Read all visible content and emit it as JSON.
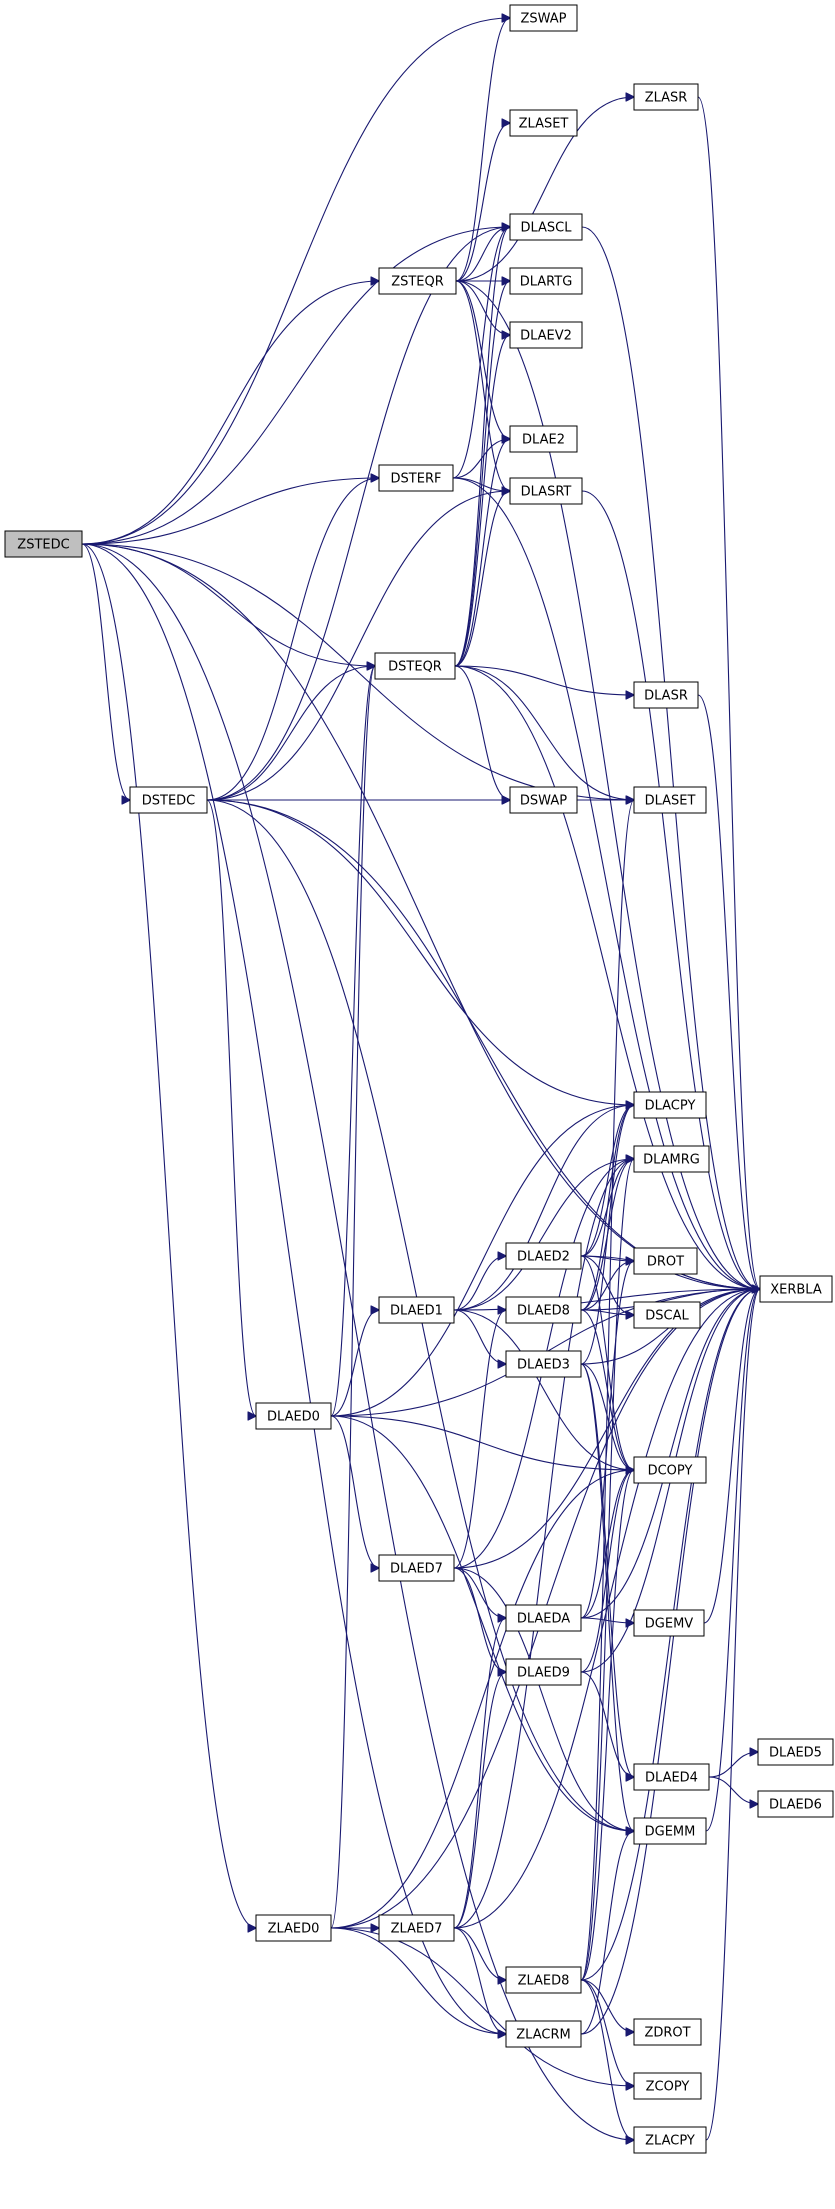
{
  "colors": {
    "edge": "#191970",
    "node_fill": "#ffffff",
    "root_fill": "#bfbfbf",
    "border": "#000000"
  },
  "root": "ZSTEDC",
  "nodes": [
    {
      "id": "ZSTEDC",
      "label": "ZSTEDC"
    },
    {
      "id": "ZSWAP",
      "label": "ZSWAP"
    },
    {
      "id": "ZLASR",
      "label": "ZLASR"
    },
    {
      "id": "ZLASET",
      "label": "ZLASET"
    },
    {
      "id": "DLASCL",
      "label": "DLASCL"
    },
    {
      "id": "ZSTEQR",
      "label": "ZSTEQR"
    },
    {
      "id": "DLARTG",
      "label": "DLARTG"
    },
    {
      "id": "DLAEV2",
      "label": "DLAEV2"
    },
    {
      "id": "DLAE2",
      "label": "DLAE2"
    },
    {
      "id": "DSTERF",
      "label": "DSTERF"
    },
    {
      "id": "DLASRT",
      "label": "DLASRT"
    },
    {
      "id": "DSTEQR",
      "label": "DSTEQR"
    },
    {
      "id": "DLASR",
      "label": "DLASR"
    },
    {
      "id": "DSTEDC",
      "label": "DSTEDC"
    },
    {
      "id": "DSWAP",
      "label": "DSWAP"
    },
    {
      "id": "DLASET",
      "label": "DLASET"
    },
    {
      "id": "DLACPY",
      "label": "DLACPY"
    },
    {
      "id": "DLAMRG",
      "label": "DLAMRG"
    },
    {
      "id": "DLAED2",
      "label": "DLAED2"
    },
    {
      "id": "DROT",
      "label": "DROT"
    },
    {
      "id": "XERBLA",
      "label": "XERBLA"
    },
    {
      "id": "DLAED1",
      "label": "DLAED1"
    },
    {
      "id": "DLAED8",
      "label": "DLAED8"
    },
    {
      "id": "DSCAL",
      "label": "DSCAL"
    },
    {
      "id": "DLAED3",
      "label": "DLAED3"
    },
    {
      "id": "DLAED0",
      "label": "DLAED0"
    },
    {
      "id": "DCOPY",
      "label": "DCOPY"
    },
    {
      "id": "DLAED7",
      "label": "DLAED7"
    },
    {
      "id": "DLAEDA",
      "label": "DLAEDA"
    },
    {
      "id": "DGEMV",
      "label": "DGEMV"
    },
    {
      "id": "DLAED9",
      "label": "DLAED9"
    },
    {
      "id": "DLAED4",
      "label": "DLAED4"
    },
    {
      "id": "DLAED5",
      "label": "DLAED5"
    },
    {
      "id": "DLAED6",
      "label": "DLAED6"
    },
    {
      "id": "DGEMM",
      "label": "DGEMM"
    },
    {
      "id": "ZLAED0",
      "label": "ZLAED0"
    },
    {
      "id": "ZLAED7",
      "label": "ZLAED7"
    },
    {
      "id": "ZLAED8",
      "label": "ZLAED8"
    },
    {
      "id": "ZDROT",
      "label": "ZDROT"
    },
    {
      "id": "ZLACRM",
      "label": "ZLACRM"
    },
    {
      "id": "ZCOPY",
      "label": "ZCOPY"
    },
    {
      "id": "ZLACPY",
      "label": "ZLACPY"
    }
  ],
  "edges": [
    [
      "ZSTEDC",
      "ZSWAP"
    ],
    [
      "ZSTEDC",
      "ZSTEQR"
    ],
    [
      "ZSTEDC",
      "DLASCL"
    ],
    [
      "ZSTEDC",
      "DSTERF"
    ],
    [
      "ZSTEDC",
      "XERBLA"
    ],
    [
      "ZSTEDC",
      "DSTEQR"
    ],
    [
      "ZSTEDC",
      "DSTEDC"
    ],
    [
      "ZSTEDC",
      "DLASET"
    ],
    [
      "ZSTEDC",
      "ZLAED0"
    ],
    [
      "ZSTEDC",
      "ZLACRM"
    ],
    [
      "ZSTEDC",
      "ZLACPY"
    ],
    [
      "ZSTEQR",
      "ZSWAP"
    ],
    [
      "ZSTEQR",
      "ZLASR"
    ],
    [
      "ZSTEQR",
      "ZLASET"
    ],
    [
      "ZSTEQR",
      "DLASCL"
    ],
    [
      "ZSTEQR",
      "DLARTG"
    ],
    [
      "ZSTEQR",
      "DLAEV2"
    ],
    [
      "ZSTEQR",
      "DLAE2"
    ],
    [
      "ZSTEQR",
      "DLASRT"
    ],
    [
      "ZSTEQR",
      "XERBLA"
    ],
    [
      "ZLASR",
      "XERBLA"
    ],
    [
      "DLASCL",
      "XERBLA"
    ],
    [
      "DLASRT",
      "XERBLA"
    ],
    [
      "DLASR",
      "XERBLA"
    ],
    [
      "DSTERF",
      "DLASCL"
    ],
    [
      "DSTERF",
      "DLAE2"
    ],
    [
      "DSTERF",
      "DLASRT"
    ],
    [
      "DSTERF",
      "XERBLA"
    ],
    [
      "DSTEQR",
      "DLASCL"
    ],
    [
      "DSTEQR",
      "DLARTG"
    ],
    [
      "DSTEQR",
      "DLAEV2"
    ],
    [
      "DSTEQR",
      "DLAE2"
    ],
    [
      "DSTEQR",
      "DLASRT"
    ],
    [
      "DSTEQR",
      "DLASR"
    ],
    [
      "DSTEQR",
      "DSWAP"
    ],
    [
      "DSTEQR",
      "DLASET"
    ],
    [
      "DSTEQR",
      "XERBLA"
    ],
    [
      "DSTEDC",
      "DLASCL"
    ],
    [
      "DSTEDC",
      "DSTERF"
    ],
    [
      "DSTEDC",
      "DLASRT"
    ],
    [
      "DSTEDC",
      "DSTEQR"
    ],
    [
      "DSTEDC",
      "DSWAP"
    ],
    [
      "DSTEDC",
      "DLASET"
    ],
    [
      "DSTEDC",
      "XERBLA"
    ],
    [
      "DSTEDC",
      "DLACPY"
    ],
    [
      "DSTEDC",
      "DLAED0"
    ],
    [
      "DSTEDC",
      "DGEMM"
    ],
    [
      "DLAED0",
      "DSTEQR"
    ],
    [
      "DLAED0",
      "DLACPY"
    ],
    [
      "DLAED0",
      "DLAED1"
    ],
    [
      "DLAED0",
      "DCOPY"
    ],
    [
      "DLAED0",
      "DLAED7"
    ],
    [
      "DLAED0",
      "DGEMM"
    ],
    [
      "DLAED0",
      "XERBLA"
    ],
    [
      "DLAED1",
      "DLACPY"
    ],
    [
      "DLAED1",
      "DLAMRG"
    ],
    [
      "DLAED1",
      "DLAED2"
    ],
    [
      "DLAED1",
      "DLAED3"
    ],
    [
      "DLAED1",
      "DCOPY"
    ],
    [
      "DLAED1",
      "XERBLA"
    ],
    [
      "DLAED2",
      "DLACPY"
    ],
    [
      "DLAED2",
      "DLAMRG"
    ],
    [
      "DLAED2",
      "DROT"
    ],
    [
      "DLAED2",
      "DSCAL"
    ],
    [
      "DLAED2",
      "DCOPY"
    ],
    [
      "DLAED2",
      "XERBLA"
    ],
    [
      "DLAED8",
      "DLACPY"
    ],
    [
      "DLAED8",
      "DLAMRG"
    ],
    [
      "DLAED8",
      "DROT"
    ],
    [
      "DLAED8",
      "DSCAL"
    ],
    [
      "DLAED8",
      "DCOPY"
    ],
    [
      "DLAED8",
      "XERBLA"
    ],
    [
      "DLAED3",
      "DLACPY"
    ],
    [
      "DLAED3",
      "DCOPY"
    ],
    [
      "DLAED3",
      "DLAED4"
    ],
    [
      "DLAED3",
      "DGEMM"
    ],
    [
      "DLAED3",
      "XERBLA"
    ],
    [
      "DLAED7",
      "DLAMRG"
    ],
    [
      "DLAED7",
      "DLAED8"
    ],
    [
      "DLAED7",
      "DLAEDA"
    ],
    [
      "DLAED7",
      "DLAED9"
    ],
    [
      "DLAED7",
      "DGEMM"
    ],
    [
      "DLAED7",
      "XERBLA"
    ],
    [
      "DLAEDA",
      "DCOPY"
    ],
    [
      "DLAEDA",
      "DGEMV"
    ],
    [
      "DLAEDA",
      "DROT"
    ],
    [
      "DLAEDA",
      "XERBLA"
    ],
    [
      "DLAED9",
      "DCOPY"
    ],
    [
      "DLAED9",
      "DLAED4"
    ],
    [
      "DLAED9",
      "XERBLA"
    ],
    [
      "DLAED4",
      "DLAED5"
    ],
    [
      "DLAED4",
      "DLAED6"
    ],
    [
      "DGEMV",
      "XERBLA"
    ],
    [
      "DGEMM",
      "XERBLA"
    ],
    [
      "ZLAED0",
      "DSTEQR"
    ],
    [
      "ZLAED0",
      "DCOPY"
    ],
    [
      "ZLAED0",
      "ZLAED7"
    ],
    [
      "ZLAED0",
      "ZLACRM"
    ],
    [
      "ZLAED0",
      "ZCOPY"
    ],
    [
      "ZLAED0",
      "XERBLA"
    ],
    [
      "ZLAED7",
      "DLAMRG"
    ],
    [
      "ZLAED7",
      "DLAEDA"
    ],
    [
      "ZLAED7",
      "DLAED9"
    ],
    [
      "ZLAED7",
      "ZLAED8"
    ],
    [
      "ZLAED7",
      "ZLACRM"
    ],
    [
      "ZLAED7",
      "XERBLA"
    ],
    [
      "ZLAED8",
      "DLAMRG"
    ],
    [
      "ZLAED8",
      "DLASET"
    ],
    [
      "ZLAED8",
      "DCOPY"
    ],
    [
      "ZLAED8",
      "ZDROT"
    ],
    [
      "ZLAED8",
      "ZCOPY"
    ],
    [
      "ZLAED8",
      "ZLACPY"
    ],
    [
      "ZLAED8",
      "XERBLA"
    ],
    [
      "ZLACRM",
      "DGEMM"
    ],
    [
      "ZLACRM",
      "XERBLA"
    ],
    [
      "ZLACPY",
      "XERBLA"
    ]
  ]
}
